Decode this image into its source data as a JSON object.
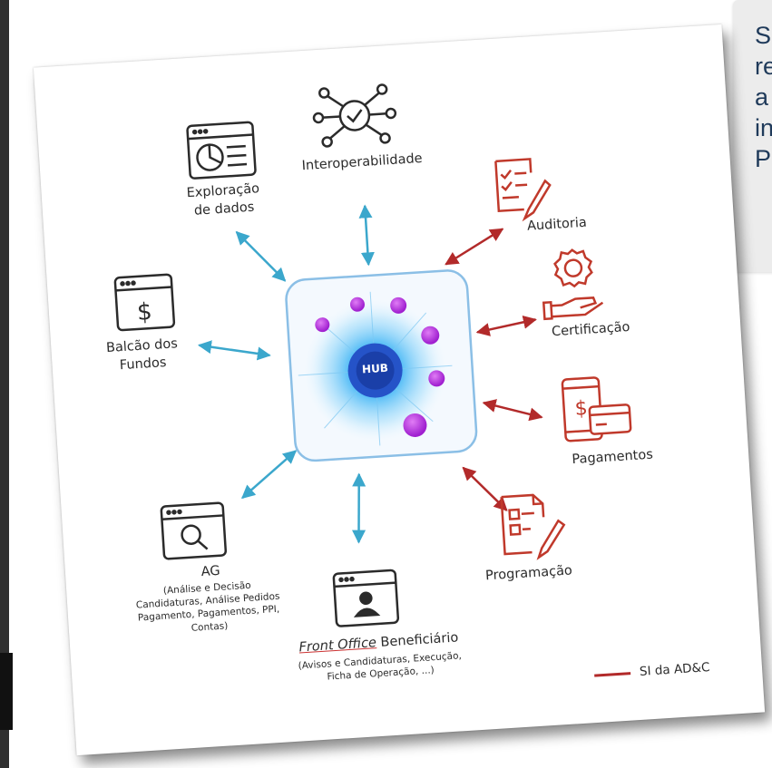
{
  "side_text": {
    "lines": [
      "S",
      "re",
      "a",
      "in",
      "P"
    ]
  },
  "hub": {
    "label": "HUB"
  },
  "nodes": {
    "exploracao": {
      "line1": "Exploração",
      "line2": "de dados"
    },
    "interoperabilidade": {
      "label": "Interoperabilidade"
    },
    "auditoria": {
      "label": "Auditoria"
    },
    "certificacao": {
      "label": "Certificação"
    },
    "pagamentos": {
      "label": "Pagamentos"
    },
    "programacao": {
      "label": "Programação"
    },
    "balcao": {
      "line1": "Balcão dos",
      "line2": "Fundos"
    },
    "ag": {
      "label": "AG",
      "sub1": "(Análise e Decisão",
      "sub2": "Candidaturas, Análise Pedidos",
      "sub3": "Pagamento, Pagamentos, PPI,",
      "sub4": "Contas)"
    },
    "front_office": {
      "label_em": "Front Office",
      "label_rest": " Beneficiário",
      "sub1": "(Avisos e Candidaturas, Execução,",
      "sub2": "Ficha de Operação, ...)"
    }
  },
  "legend": {
    "label": "SI da AD&C"
  },
  "colors": {
    "blue_arrow": "#3ba7cc",
    "red_arrow": "#b22a2a",
    "red_icon": "#c0392b",
    "dark_icon": "#2b2b2b",
    "hub_border": "#8bbfe6",
    "bubble": "#c04be0"
  },
  "icons": {
    "exploracao": "dashboard-window-icon",
    "interoperabilidade": "network-check-icon",
    "auditoria": "checklist-pencil-icon",
    "certificacao": "gear-hand-icon",
    "pagamentos": "phone-card-icon",
    "programacao": "document-pencil-icon",
    "balcao": "dollar-window-icon",
    "ag": "search-window-icon",
    "front_office": "user-window-icon"
  }
}
